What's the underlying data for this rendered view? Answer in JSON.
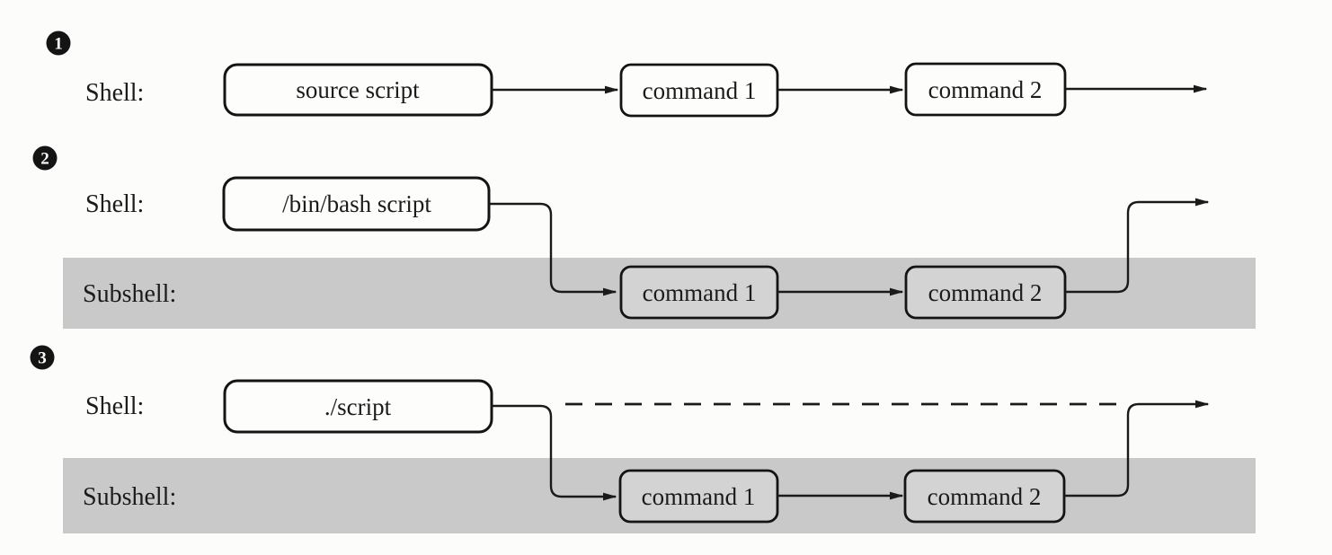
{
  "figure": {
    "background": "#fcfcfa",
    "line_color": "#1a1a1a",
    "subshell_band_color": "#c9c9c9",
    "shell_box_fill": "#fdfdfc",
    "subshell_box_fill": "#d3d3d3",
    "badge_color": "#141414"
  },
  "sections": [
    {
      "badge": "1",
      "shell_label": "Shell:",
      "script_box": "source script",
      "commands": [
        "command 1",
        "command 2"
      ]
    },
    {
      "badge": "2",
      "shell_label": "Shell:",
      "subshell_label": "Subshell:",
      "script_box": "/bin/bash script",
      "commands": [
        "command 1",
        "command 2"
      ]
    },
    {
      "badge": "3",
      "shell_label": "Shell:",
      "subshell_label": "Subshell:",
      "script_box": "./script",
      "commands": [
        "command 1",
        "command 2"
      ]
    }
  ]
}
